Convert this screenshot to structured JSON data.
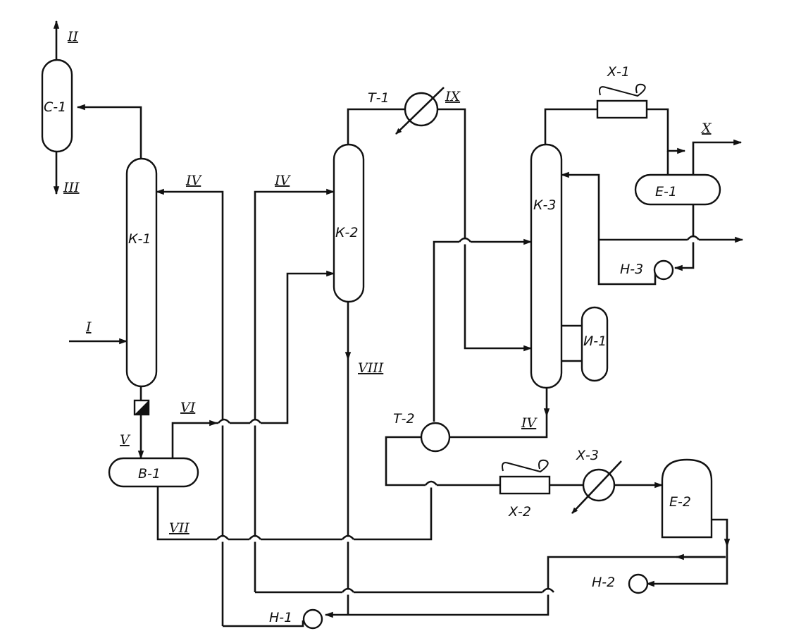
{
  "equipment": {
    "c1": "С-1",
    "k1": "К-1",
    "k2": "К-2",
    "k3": "К-3",
    "b1": "В-1",
    "e1": "Е-1",
    "e2": "Е-2",
    "t1": "Т-1",
    "t2": "Т-2",
    "x1": "Х-1",
    "x2": "Х-2",
    "x3": "Х-3",
    "h1": "Н-1",
    "h2": "Н-2",
    "h3": "Н-3",
    "i1": "И-1"
  },
  "streams": {
    "s1": "I",
    "s2": "II",
    "s3": "III",
    "s4": "IV",
    "s5": "V",
    "s6": "VI",
    "s7": "VII",
    "s8": "VIII",
    "s9": "IX",
    "s10": "X"
  }
}
